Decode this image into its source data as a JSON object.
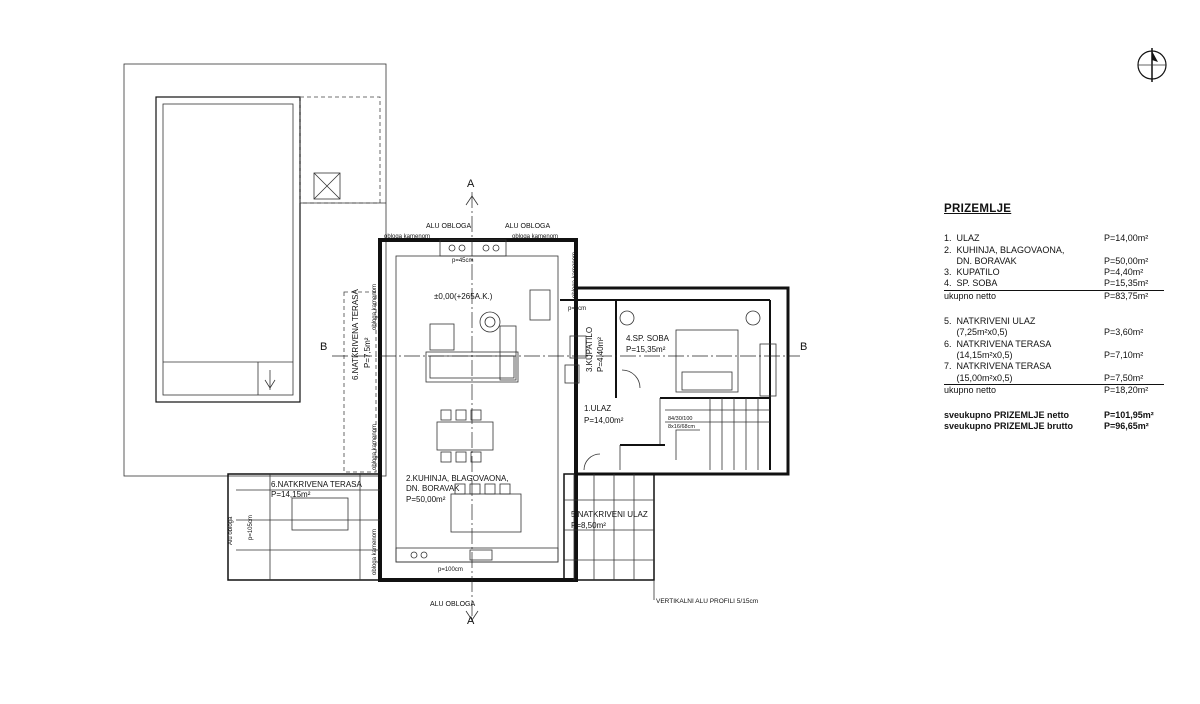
{
  "plan": {
    "rooms": {
      "pool_terrace": {
        "name": "6.NATKRIVENA TERASA",
        "area": "P=7,5m²"
      },
      "living": {
        "name1": "2.KUHINJA, BLAGOVAONA,",
        "name2": "DN. BORAVAK",
        "area": "P=50,00m²"
      },
      "bath": {
        "name": "3.KUPATILO",
        "area": "P=4,40m²"
      },
      "bedroom": {
        "name": "4.SP. SOBA",
        "area": "P=15,35m²"
      },
      "entry": {
        "name": "1.ULAZ",
        "area": "P=14,00m²"
      },
      "covered_entry": {
        "name": "5.NATKRIVENI ULAZ",
        "area": "P=8,50m²"
      },
      "covered_terrace": {
        "name": "6.NATKRIVENA TERASA",
        "area": "P=14,15m²"
      }
    },
    "elevation": "±0,00(+265A.K.)",
    "section_a": "A",
    "section_b": "B",
    "notes": {
      "alu_top_left": "ALU OBLOGA",
      "alu_top_right": "ALU OBLOGA",
      "stone_left": "obloga kamenom",
      "stone_right": "obloga kamenom",
      "stone_vertical_1": "obloga kamenom",
      "stone_vertical_2": "obloga kamenom",
      "stone_vertical_3": "obloga kamenom",
      "stone_vertical_right": "obloga kamenom",
      "window_45": "p=45cm",
      "window_0": "p=0cm",
      "window_100": "p=100cm",
      "window_105": "p=105cm",
      "alu_bottom": "ALU OBLOGA",
      "alu_side": "Alu obloga",
      "profiles": "VERTIKALNI ALU PROFILI 5/15cm",
      "window_a": "84/30/100",
      "window_b": "8x16/68cm"
    }
  },
  "legend": {
    "title": "PRIZEMLJE",
    "rows": [
      {
        "label": "1.  ULAZ",
        "value": "P=14,00m²"
      },
      {
        "label": "2.  KUHINJA, BLAGOVAONA,",
        "value": ""
      },
      {
        "label": "     DN. BORAVAK",
        "value": "P=50,00m²"
      },
      {
        "label": "3.  KUPATILO",
        "value": "P=4,40m²"
      },
      {
        "label": "4.  SP. SOBA",
        "value": "P=15,35m²"
      },
      {
        "label": "ukupno netto",
        "value": "P=83,75m²"
      }
    ],
    "rows2": [
      {
        "label": "5.  NATKRIVENI ULAZ",
        "value": ""
      },
      {
        "label": "     (7,25m²x0,5)",
        "value": "P=3,60m²"
      },
      {
        "label": "6.  NATKRIVENA TERASA",
        "value": ""
      },
      {
        "label": "     (14,15m²x0,5)",
        "value": "P=7,10m²"
      },
      {
        "label": "7.  NATKRIVENA TERASA",
        "value": ""
      },
      {
        "label": "     (15,00m²x0,5)",
        "value": "P=7,50m²"
      },
      {
        "label": "ukupno netto",
        "value": "P=18,20m²"
      }
    ],
    "totals": [
      {
        "label": "sveukupno PRIZEMLJE netto",
        "value": "P=101,95m²"
      },
      {
        "label": "sveukupno PRIZEMLJE brutto",
        "value": "P=96,65m²"
      }
    ]
  },
  "north_icon": "north-arrow-icon"
}
